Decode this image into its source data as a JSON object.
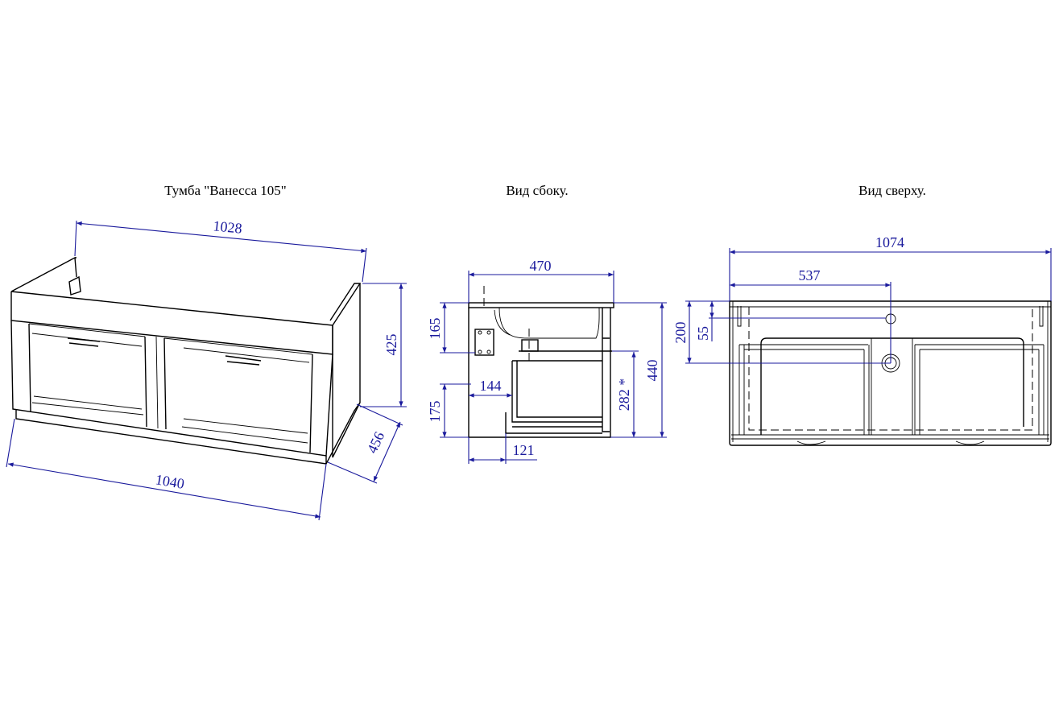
{
  "titles": {
    "main": "Тумба \"Ванесса 105\"",
    "side": "Вид сбоку.",
    "top": "Вид сверху."
  },
  "iso_dims": {
    "depth_back": "1028",
    "width_front": "1040",
    "height": "425",
    "depth": "456"
  },
  "side_dims": {
    "depth": "470",
    "upper": "165",
    "lower": "175",
    "offset_a": "144",
    "offset_b": "121",
    "drawer": "282 *",
    "height": "440"
  },
  "top_dims": {
    "width": "1074",
    "center": "537",
    "drain": "200",
    "tap": "55"
  },
  "colors": {
    "dimension": "#1a1a9c",
    "line": "#000000"
  }
}
